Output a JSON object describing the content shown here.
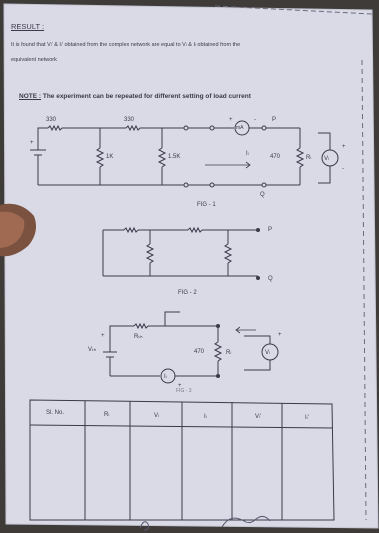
{
  "result": {
    "heading": "RESULT :",
    "line1": "It is found that Vₗ' & Iₗ' obtained from the complex network are equal to Vₗ & Iₗ obtained from the",
    "line2": "equivalent network"
  },
  "note": {
    "prefix": "NOTE :",
    "text": "The experiment can be repeated for different setting of load current"
  },
  "fig1": {
    "caption": "FIG - 1",
    "r_series_1": "330",
    "r_series_2": "330",
    "r_shunt_1": "1K",
    "r_shunt_2": "1.5K",
    "ammeter": "mA",
    "current_label": "Iₗ",
    "load": "470",
    "load_label": "Rₗ",
    "voltmeter": "Vₗ",
    "node_p": "P",
    "node_q": "Q",
    "plus": "+",
    "minus": "-"
  },
  "fig2": {
    "caption": "FIG - 2",
    "node_p": "P",
    "node_q": "Q"
  },
  "fig3": {
    "caption": "FIG - 3",
    "rth": "Rₜₕ",
    "vth": "Vₜₕ",
    "load": "470",
    "load_label": "Rₗ",
    "ammeter": "Iₗ",
    "voltmeter": "Vₗ",
    "plus": "+",
    "minus": "-"
  },
  "table": {
    "headers": [
      "Sl. No.",
      "Rₗ",
      "Vₗ",
      "Iₗ",
      "Vₗ'",
      "Iₗ'"
    ],
    "rows": [
      [
        "",
        "",
        "",
        "",
        "",
        ""
      ],
      [
        "",
        "",
        "",
        "",
        "",
        ""
      ],
      [
        "",
        "",
        "",
        "",
        "",
        ""
      ]
    ]
  },
  "colors": {
    "paper": "#dcdde8",
    "ink": "#3a3a4a",
    "background": "#3e3b39"
  }
}
